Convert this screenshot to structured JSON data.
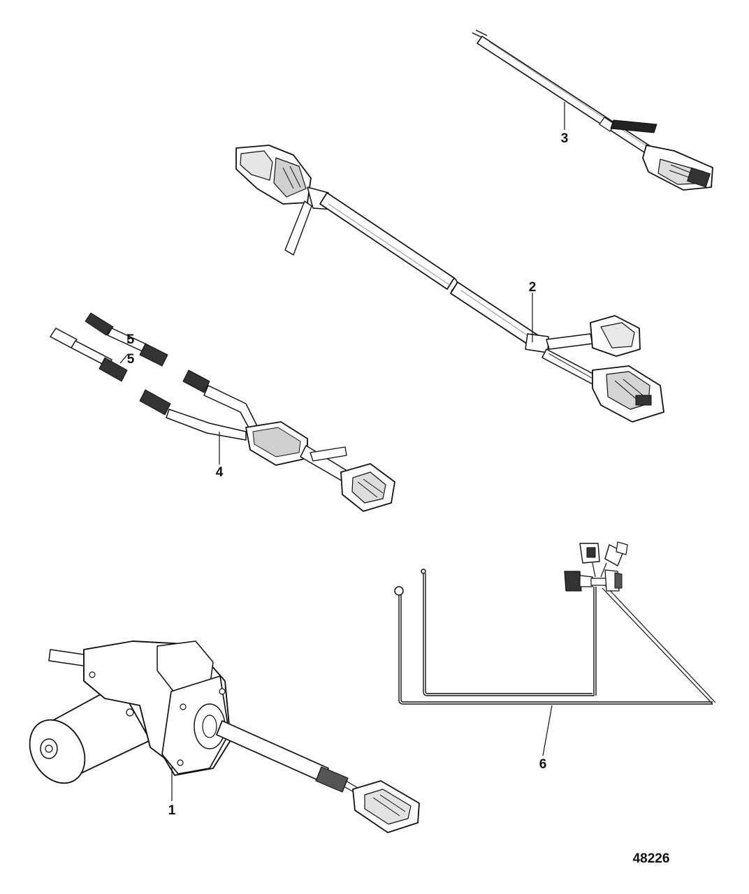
{
  "figure": {
    "figure_number": "48226",
    "callouts": [
      {
        "id": "1",
        "part": "steering-actuator-motor"
      },
      {
        "id": "2",
        "part": "wiring-harness"
      },
      {
        "id": "3",
        "part": "harness-lead"
      },
      {
        "id": "4",
        "part": "y-adapter-harness"
      },
      {
        "id": "5",
        "part": "extension-cable"
      },
      {
        "id": "5b",
        "label": "5",
        "part": "extension-cable"
      },
      {
        "id": "6",
        "part": "power-harness"
      }
    ]
  },
  "labels": {
    "c1": "1",
    "c2": "2",
    "c3": "3",
    "c4": "4",
    "c5a": "5",
    "c5b": "5",
    "c6": "6"
  }
}
